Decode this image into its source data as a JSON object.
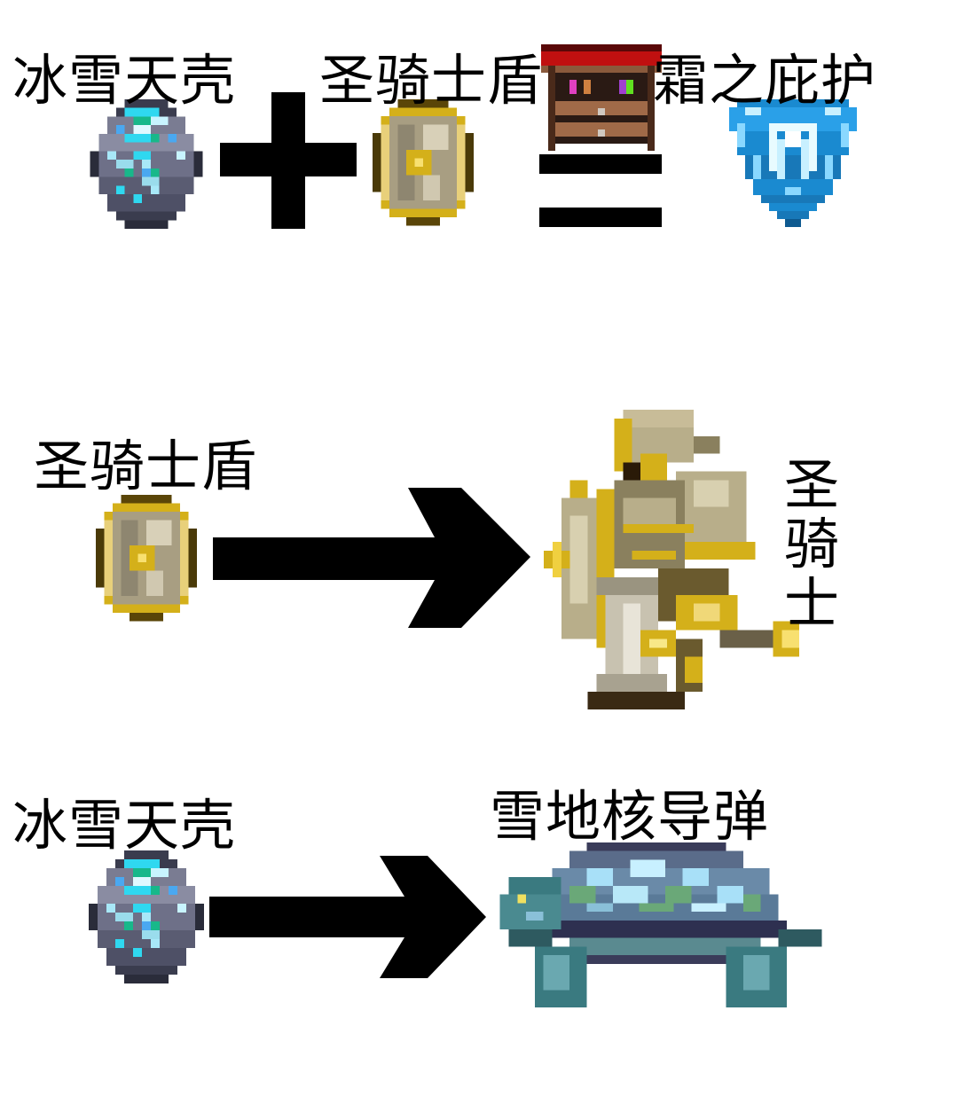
{
  "recipe": {
    "ingredient_1": {
      "name": "冰雪天壳",
      "icon": "frozen-shell-icon"
    },
    "operator_plus": "+",
    "ingredient_2": {
      "name": "圣骑士盾",
      "icon": "paladin-shield-icon"
    },
    "crafting_station": {
      "icon": "tinkerers-workshop-icon"
    },
    "operator_equals": "=",
    "result": {
      "name": "霜之庇护",
      "icon": "frozen-shield-icon"
    }
  },
  "drops": [
    {
      "item": {
        "name": "圣骑士盾",
        "icon": "paladin-shield-icon"
      },
      "arrow": "right-arrow-icon",
      "source": {
        "name_chars": [
          "圣",
          "骑",
          "士"
        ],
        "icon": "paladin-enemy-icon"
      }
    },
    {
      "item": {
        "name": "冰雪天壳",
        "icon": "frozen-shell-icon"
      },
      "arrow": "right-arrow-icon",
      "source": {
        "name": "雪地核导弹",
        "icon": "ice-tortoise-icon"
      }
    }
  ],
  "colors": {
    "background": "#ffffff",
    "text": "#000000",
    "shield_gold": "#d4b01a",
    "shield_face": "#b8ae92",
    "shell_dark": "#3a3c4e",
    "shell_cyan": "#2fd8f0",
    "frost_blue": "#1a8ad0",
    "workshop_wood": "#8a5a3c",
    "workshop_red": "#b01010"
  }
}
